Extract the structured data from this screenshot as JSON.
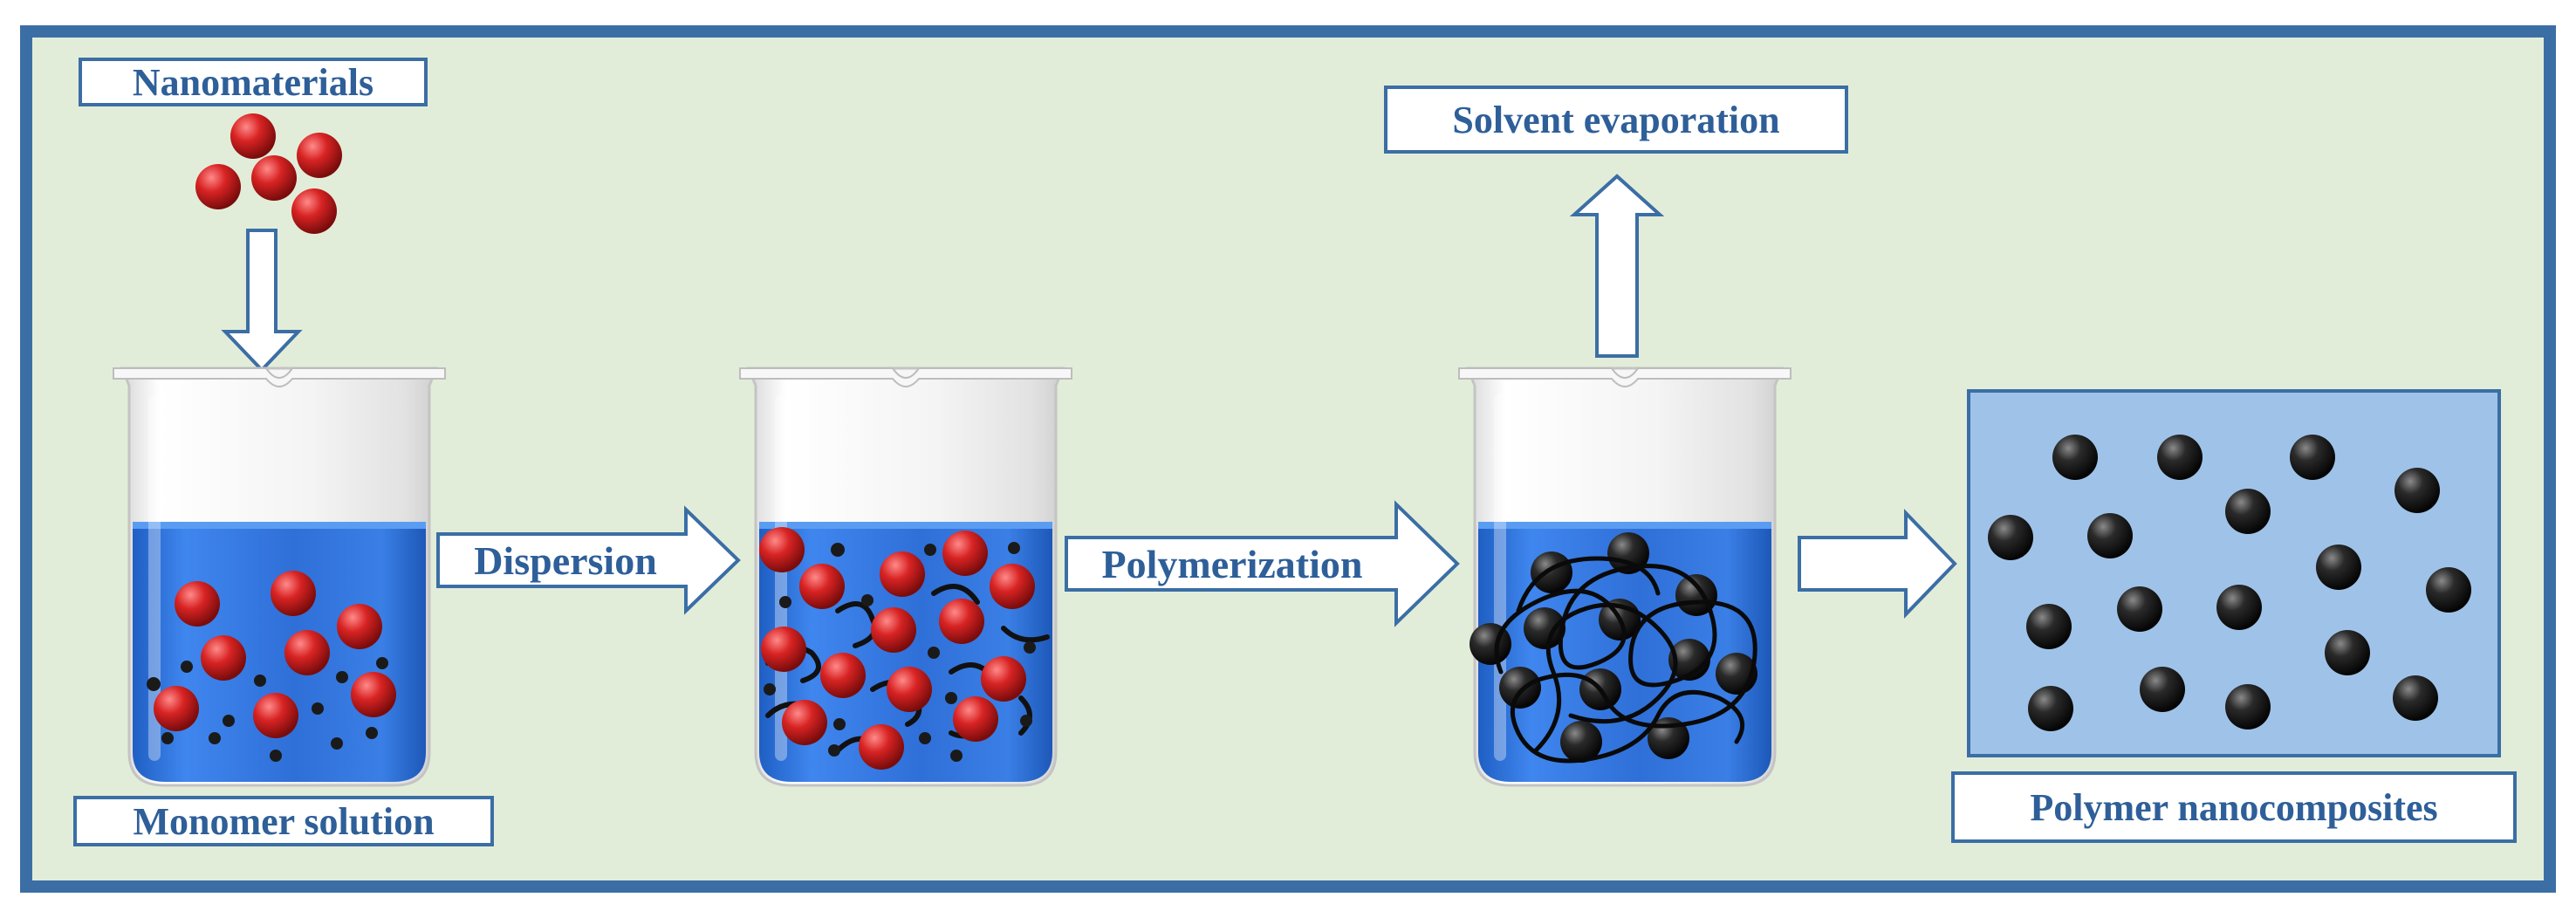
{
  "labels": {
    "nanomaterials": "Nanomaterials",
    "monomer_solution": "Monomer solution",
    "dispersion": "Dispersion",
    "polymerization": "Polymerization",
    "solvent_evaporation": "Solvent evaporation",
    "polymer_nanocomposites": "Polymer nanocomposites"
  },
  "colors": {
    "background": "#e2edd9",
    "frame": "#3b6ea5",
    "label_text": "#2e5f99",
    "liquid": "#2f6fd8",
    "nanoparticle": "#d42a2a",
    "polymer_particle": "#1e1e1e",
    "composite_panel": "#9fc3e8",
    "arrow_fill": "#ffffff"
  },
  "icons": {
    "beaker": "beaker-icon",
    "nanoparticle": "red-nanoparticle-icon",
    "polymer_particle": "black-particle-icon",
    "polymer_chain": "polymer-chain-icon",
    "arrow": "block-arrow-icon"
  }
}
